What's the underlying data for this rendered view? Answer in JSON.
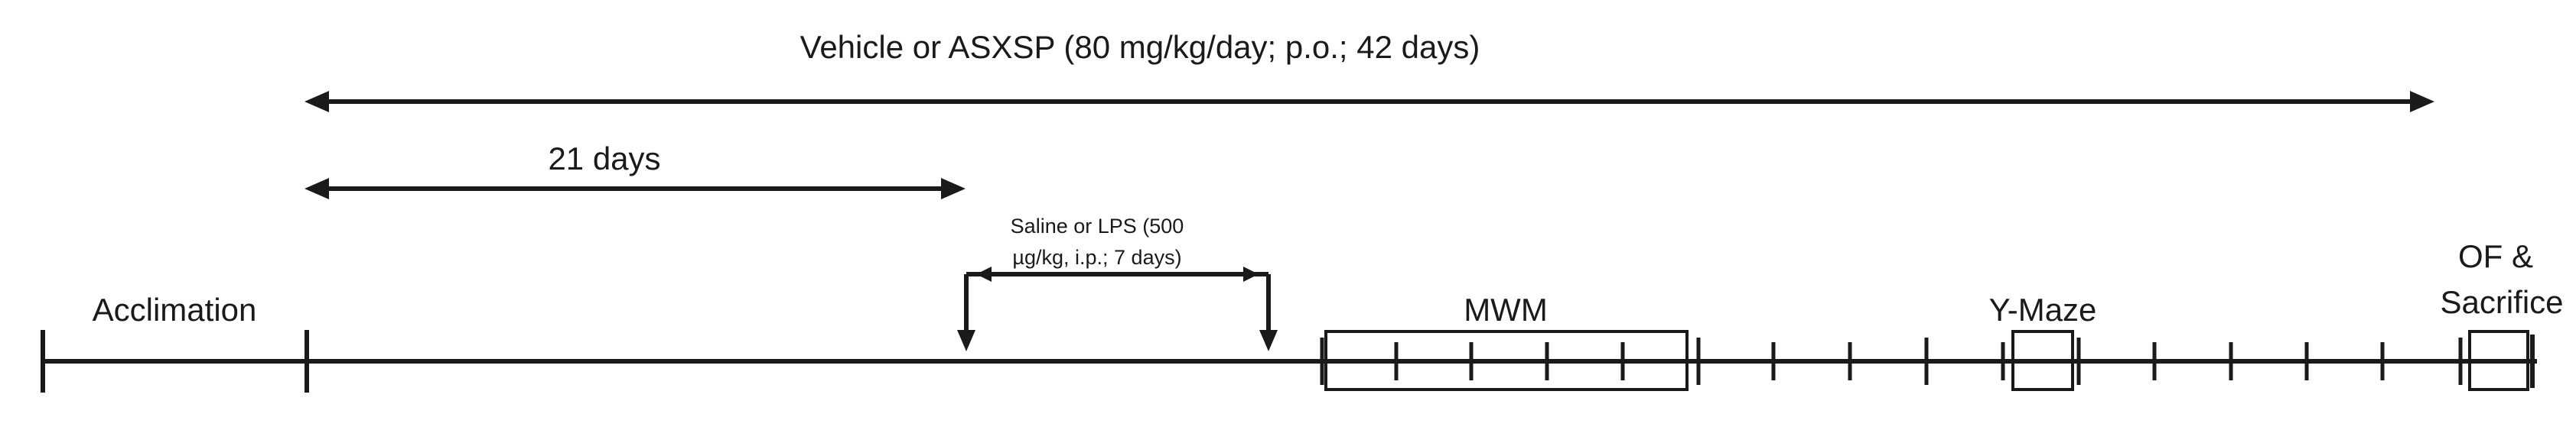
{
  "diagram": {
    "labels": {
      "vehicle": "Vehicle or ASXSP (80 mg/kg/day; p.o.; 42 days)",
      "days21": "21 days",
      "saline_line1": "Saline or LPS (500",
      "saline_line2": "µg/kg, i.p.; 7 days)",
      "acclimation": "Acclimation",
      "mwm": "MWM",
      "ymaze": "Y-Maze",
      "of_line1": "OF &",
      "of_line2": "Sacrifice"
    },
    "colors": {
      "ink": "#1a1a1a",
      "background": "#ffffff"
    }
  }
}
